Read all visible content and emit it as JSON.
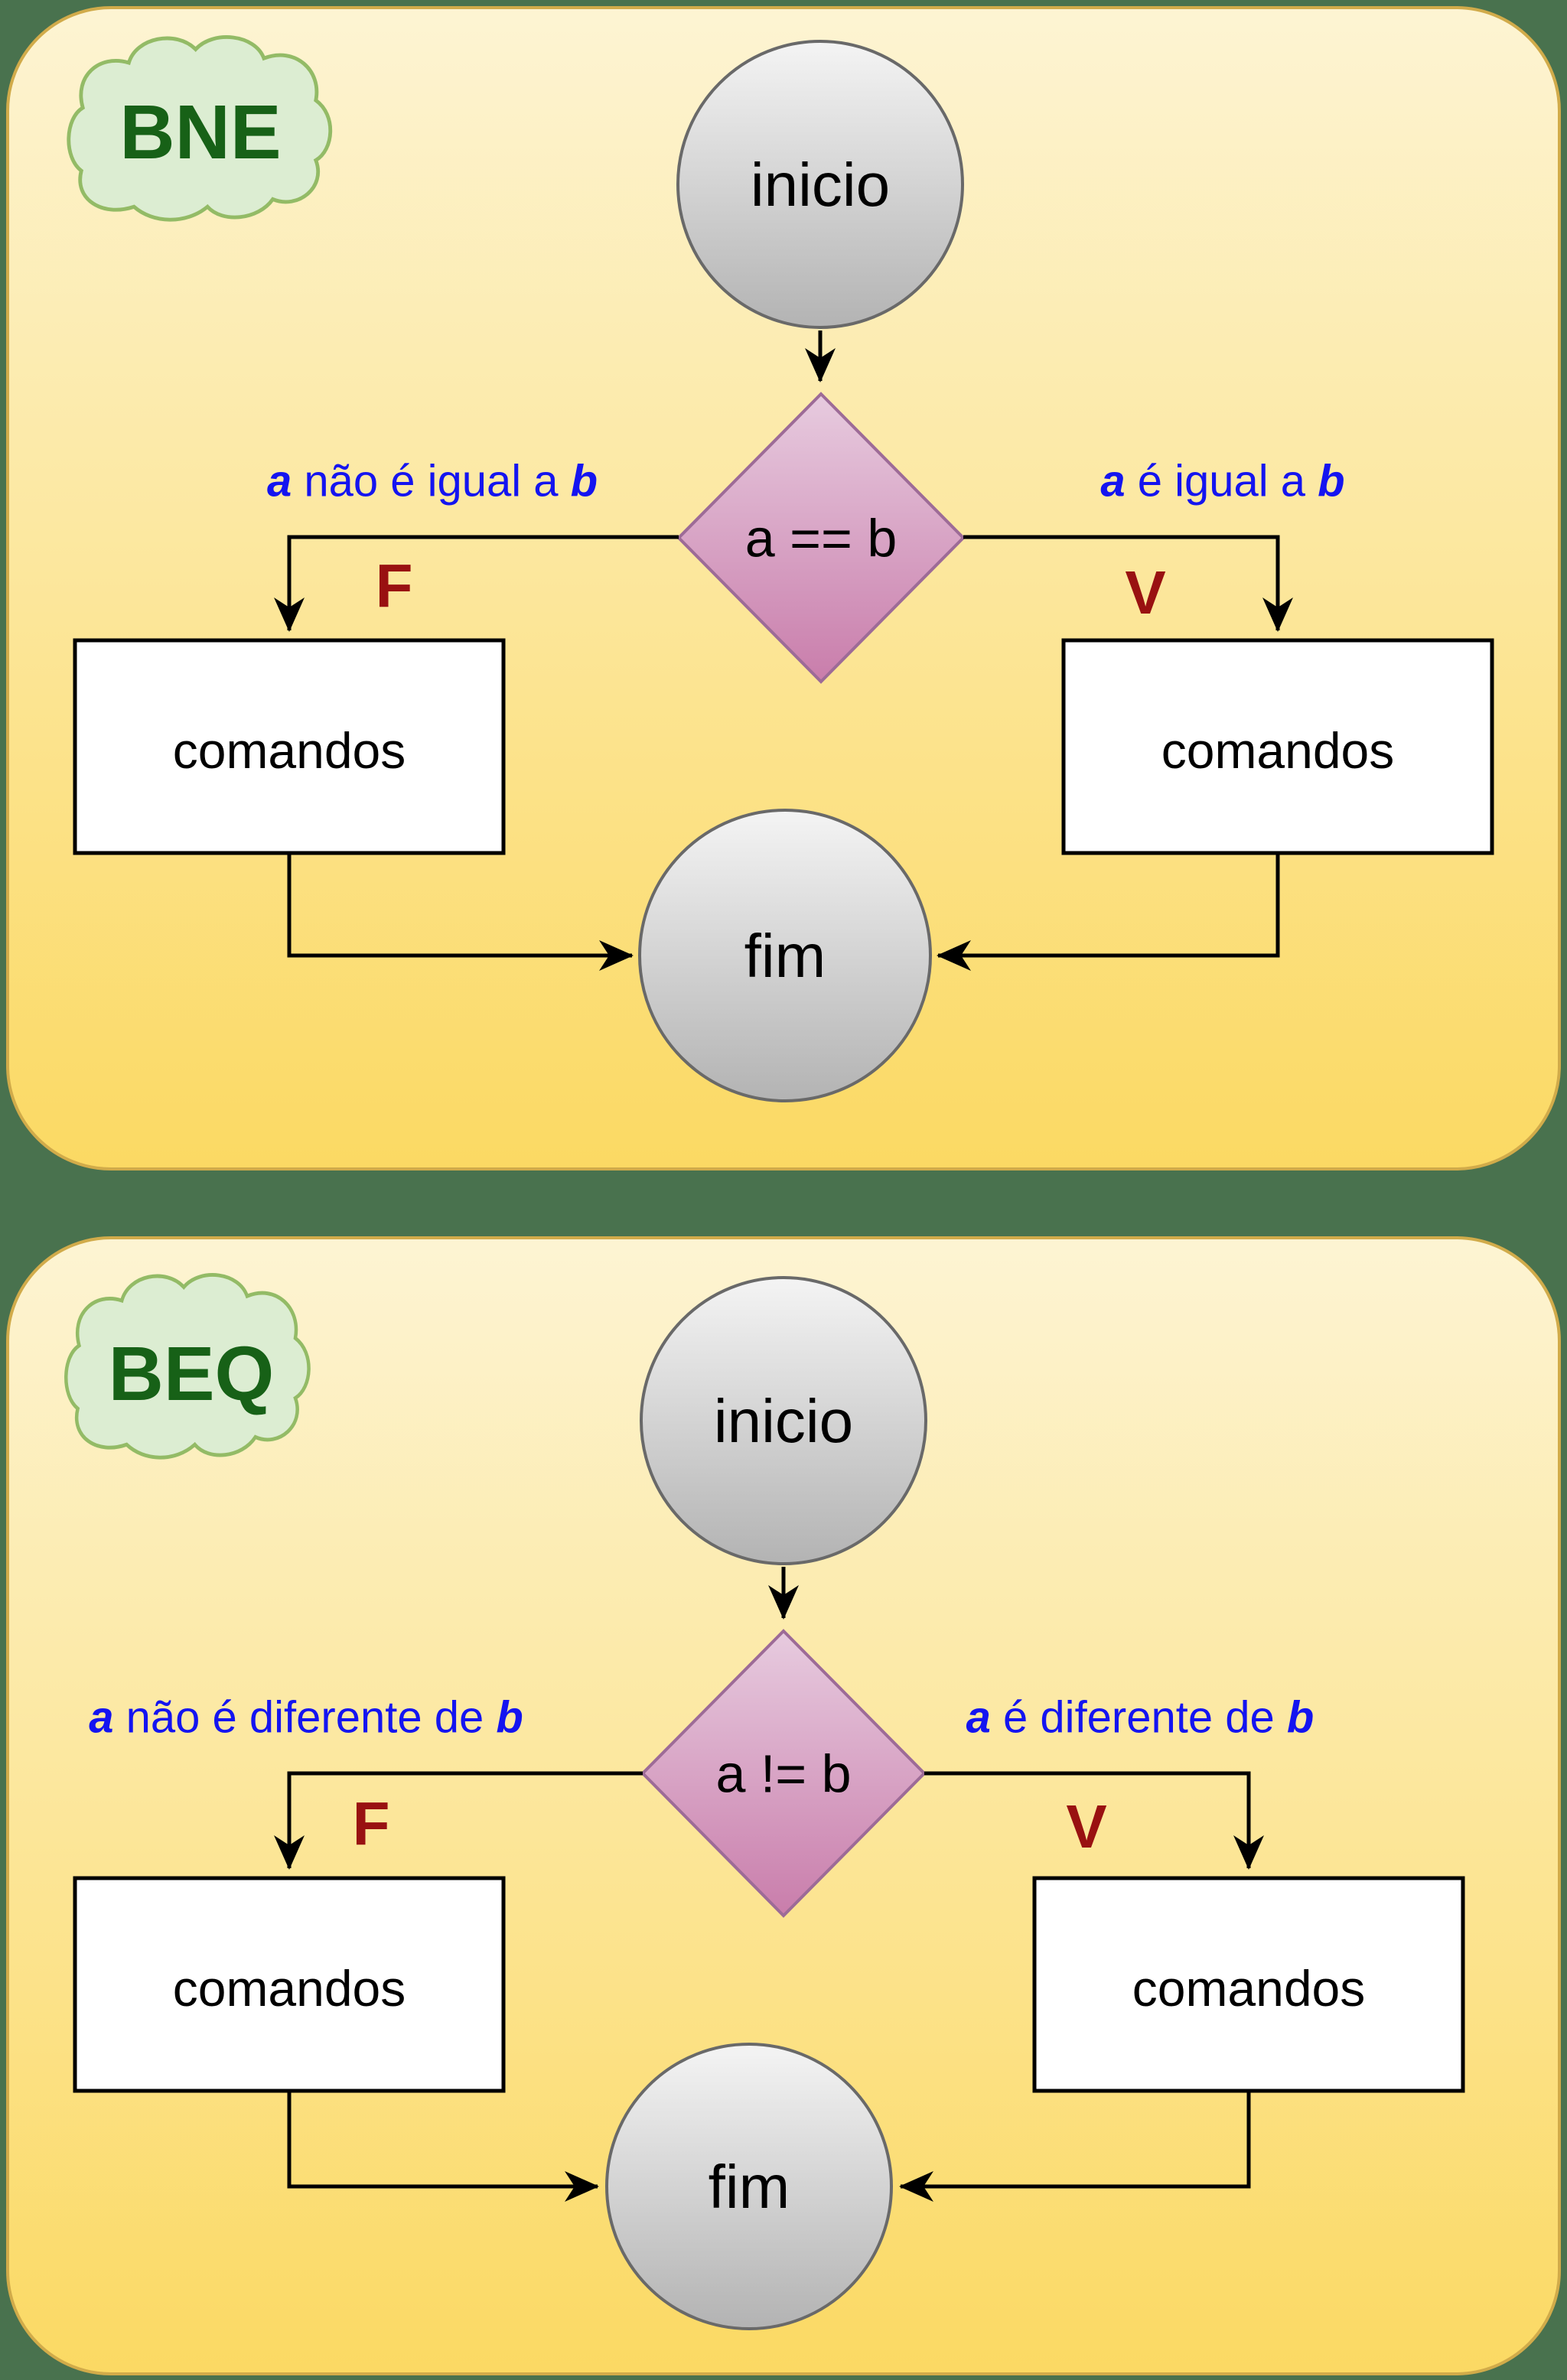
{
  "colors": {
    "page_background": "#49724e",
    "panel_top": "#fdf4d3",
    "panel_bottom": "#fbd963",
    "panel_border": "#d1ab4a",
    "cloud_fill": "#dcedd2",
    "cloud_border": "#93bb66",
    "tag_green": "#176117",
    "node_gray_top": "#f4f4f4",
    "node_gray_bottom": "#b3b3b3",
    "node_gray_border": "#696969",
    "diamond_top": "#e7cbdf",
    "diamond_bottom": "#c97dab",
    "diamond_border": "#9d6b97",
    "label_blue": "#1414f0",
    "letter_red": "#991111",
    "line_black": "#000000",
    "box_white": "#ffffff"
  },
  "panels": [
    {
      "tag": "BNE",
      "start_label": "inicio",
      "condition": "a == b",
      "end_label": "fim",
      "branch_false": {
        "var_a": "a",
        "text": " não é igual a ",
        "var_b": "b",
        "letter": "F",
        "box": "comandos"
      },
      "branch_true": {
        "var_a": "a",
        "text": " é igual a ",
        "var_b": "b",
        "letter": "V",
        "box": "comandos"
      }
    },
    {
      "tag": "BEQ",
      "start_label": "inicio",
      "condition": "a != b",
      "end_label": "fim",
      "branch_false": {
        "var_a": "a",
        "text": " não é diferente de ",
        "var_b": "b",
        "letter": "F",
        "box": "comandos"
      },
      "branch_true": {
        "var_a": "a",
        "text": " é diferente de ",
        "var_b": "b",
        "letter": "V",
        "box": "comandos"
      }
    }
  ]
}
